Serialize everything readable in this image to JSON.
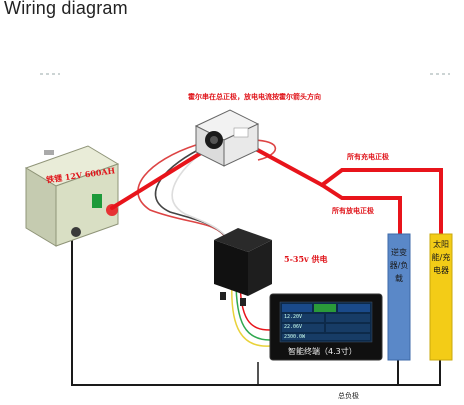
{
  "title": "Wiring diagram",
  "labels": {
    "hall_note": "霍尔串在总正极，放电电流按霍尔箭头方向",
    "charge_positive": "所有充电正极",
    "discharge_positive": "所有放电正极",
    "battery": "铁锂 12V 600AH",
    "supply": "5-35v 供电",
    "negative": "总负极"
  },
  "inverter": {
    "label": "逆变器/负载"
  },
  "charger": {
    "label": "太阳能/充电器"
  },
  "display": {
    "caption": "智能终端（4.3寸）",
    "row1": "12.20V",
    "row2": "22.06V",
    "row3": "2300.0W"
  },
  "colors": {
    "wire_positive": "#e8141b",
    "wire_negative": "#1a1a1a",
    "inverter_box": "#5a88c8",
    "charger_box": "#f3cc17",
    "battery_body": "#d9dfc4"
  }
}
